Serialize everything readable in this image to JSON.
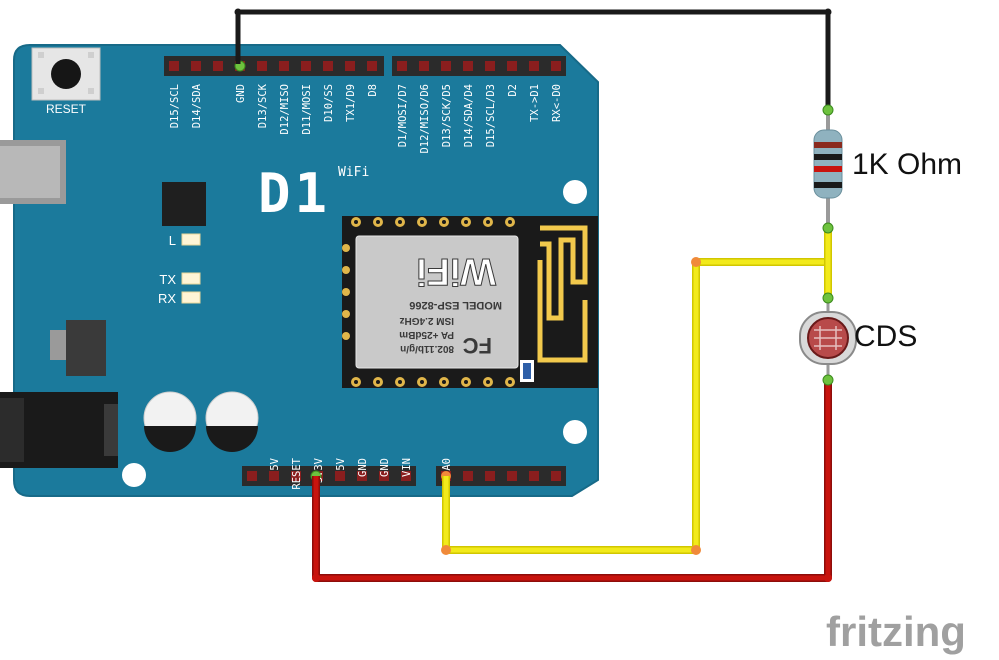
{
  "board": {
    "reset_label": "RESET",
    "logo": "D1",
    "logo_sub": "WiFi",
    "leds": {
      "l": "L",
      "tx": "TX",
      "rx": "RX"
    },
    "top_pins_left": [
      "D15/SCL",
      "D14/SDA",
      "",
      "GND",
      "D13/SCK",
      "D12/MISO",
      "D11/MOSI",
      "D10/SS",
      "TX1/D9",
      "D8"
    ],
    "top_pins_right": [
      "D1/MOSI/D7",
      "D12/MISO/D6",
      "D13/SCK/D5",
      "D14/SDA/D4",
      "D15/SCL/D3",
      "D2",
      "TX->D1",
      "RX<-D0"
    ],
    "power_pins": [
      "",
      "5V",
      "RESET",
      "3.3V",
      "5V",
      "GND",
      "GND",
      "VIN"
    ],
    "analog_pins": [
      "A0",
      "",
      "",
      "",
      "",
      ""
    ]
  },
  "module": {
    "fcc": "FC",
    "line1": "802.11b/g/n",
    "line2": "PA +25dBm",
    "line3": "ISM 2.4GHz",
    "line4": "MODEL  ESP-8266",
    "wifi": "WiFi"
  },
  "components": {
    "resistor_label": "1K Ohm",
    "cds_label": "CDS"
  },
  "watermark": "fritzing",
  "colors": {
    "board": "#1b7a9c",
    "wire_black": "#1a1a1a",
    "wire_yellow": "#f2ea1b",
    "wire_red": "#c8140e",
    "wire_end": "#f08a3a",
    "header": "#2b2b2b",
    "pin_red": "#8a1e1e",
    "watermark": "#a0a0a0"
  }
}
